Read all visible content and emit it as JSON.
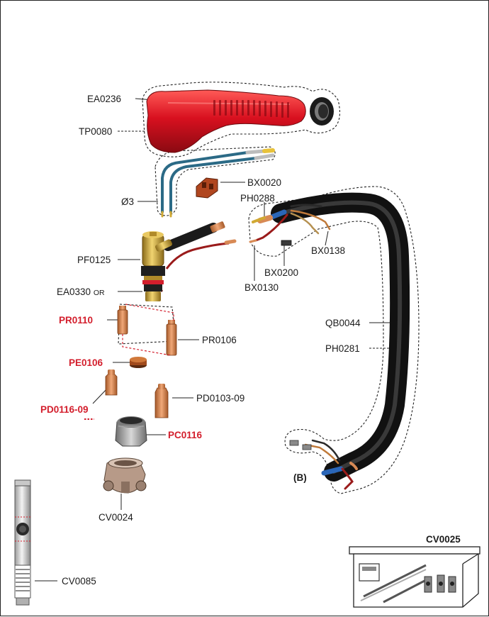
{
  "colors": {
    "label_red": "#d31e2c",
    "handle_red": "#d8101f",
    "brass": "#c9a233",
    "copper": "#d88a55",
    "cable": "#1b1b1b"
  },
  "parts": {
    "ea0236": "EA0236",
    "tp0080": "TP0080",
    "o3": "Ø3",
    "bx0020": "BX0020",
    "ph0288": "PH0288",
    "bx0138": "BX0138",
    "bx0200": "BX0200",
    "bx0130": "BX0130",
    "pf0125": "PF0125",
    "ea0330": "EA0330",
    "ea0330_suffix": "OR",
    "pr0110": "PR0110",
    "pr0106": "PR0106",
    "pe0106": "PE0106",
    "pd0116_09": "PD0116-09",
    "pd0103_09": "PD0103-09",
    "pc0116": "PC0116",
    "cv0024": "CV0024",
    "qb0044": "QB0044",
    "ph0281": "PH0281",
    "b_note": "(B)",
    "cv0085": "CV0085",
    "cv0025": "CV0025"
  }
}
